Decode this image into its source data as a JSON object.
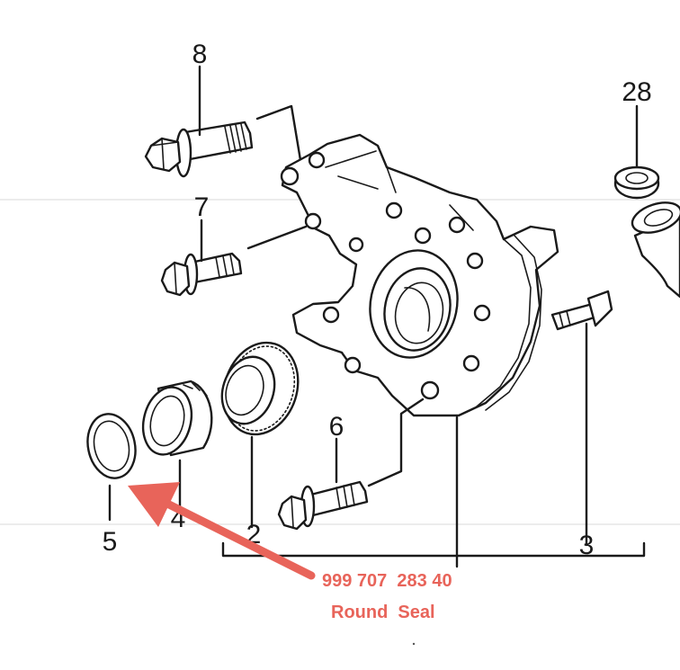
{
  "diagram": {
    "part_labels": {
      "p8": "8",
      "p7": "7",
      "p6": "6",
      "p5": "5",
      "p4": "4",
      "p2": "2",
      "p3": "3",
      "p28": "28"
    },
    "callout": {
      "part_number": "999 707  283 40",
      "description": "Round  Seal",
      "color": "#e8645a"
    }
  }
}
